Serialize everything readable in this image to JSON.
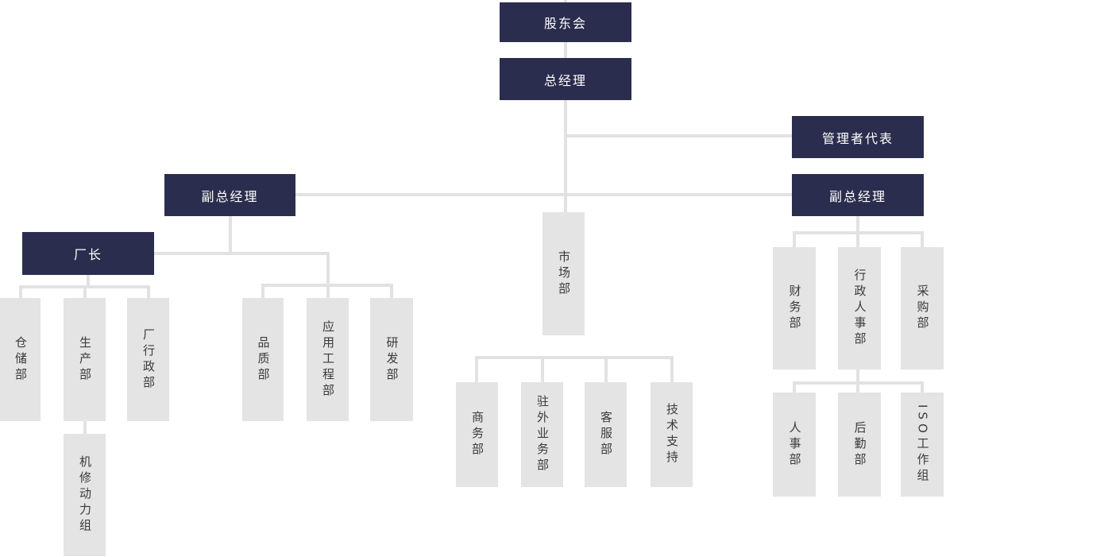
{
  "diagram": {
    "type": "org-chart",
    "colors": {
      "node_dark_bg": "#2b2d4e",
      "node_dark_text": "#ffffff",
      "node_light_bg": "#e4e4e4",
      "node_light_text": "#3a3a3a",
      "connector": "#e2e2e2",
      "background": "#ffffff"
    },
    "nodes": {
      "shareholders": {
        "label": "股东会",
        "reports_to": null
      },
      "general_manager": {
        "label": "总经理",
        "reports_to": "shareholders"
      },
      "management_rep": {
        "label": "管理者代表",
        "reports_to": "general_manager"
      },
      "deputy_gm_left": {
        "label": "副总经理",
        "reports_to": "general_manager"
      },
      "deputy_gm_right": {
        "label": "副总经理",
        "reports_to": "general_manager"
      },
      "marketing": {
        "label": "市场部",
        "reports_to": "general_manager"
      },
      "factory_director": {
        "label": "厂长",
        "reports_to": "deputy_gm_left"
      },
      "warehouse": {
        "label": "仓储部",
        "reports_to": "factory_director"
      },
      "production": {
        "label": "生产部",
        "reports_to": "factory_director"
      },
      "factory_admin": {
        "label": "厂行政部",
        "reports_to": "factory_director"
      },
      "machine_repair": {
        "label": "机修动力组",
        "reports_to": "production"
      },
      "quality": {
        "label": "品质部",
        "reports_to": "deputy_gm_left"
      },
      "application_engineering": {
        "label": "应用工程部",
        "reports_to": "deputy_gm_left"
      },
      "rnd": {
        "label": "研发部",
        "reports_to": "deputy_gm_left"
      },
      "business": {
        "label": "商务部",
        "reports_to": "marketing"
      },
      "field_sales": {
        "label": "驻外业务部",
        "reports_to": "marketing"
      },
      "customer_service": {
        "label": "客服部",
        "reports_to": "marketing"
      },
      "tech_support": {
        "label": "技术支持",
        "reports_to": "marketing"
      },
      "finance": {
        "label": "财务部",
        "reports_to": "deputy_gm_right"
      },
      "admin_hr": {
        "label": "行政人事部",
        "reports_to": "deputy_gm_right"
      },
      "purchasing": {
        "label": "采购部",
        "reports_to": "deputy_gm_right"
      },
      "hr": {
        "label": "人事部",
        "reports_to": "admin_hr"
      },
      "logistics": {
        "label": "后勤部",
        "reports_to": "admin_hr"
      },
      "iso_group": {
        "label": "ISO工作组",
        "reports_to": "admin_hr"
      }
    }
  }
}
